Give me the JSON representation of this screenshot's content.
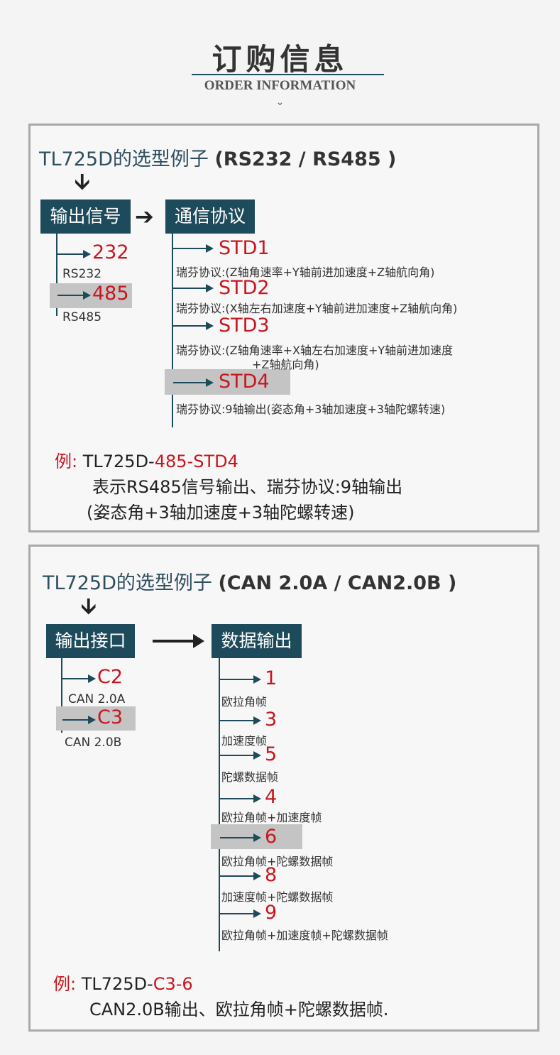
{
  "header": {
    "title_cn": "订购信息",
    "title_en": "ORDER INFORMATION",
    "chevron": "⌄"
  },
  "panel1": {
    "title": "TL725D的选型例子",
    "title_paren": "(RS232 / RS485 )",
    "box_left": "输出信号",
    "box_right": "通信协议",
    "signals": [
      {
        "code": "232",
        "label": "RS232"
      },
      {
        "code": "485",
        "label": "RS485"
      }
    ],
    "protocols": [
      {
        "code": "STD1",
        "desc": "瑞芬协议:(Z轴角速率+Y轴前进加速度+Z轴航向角)"
      },
      {
        "code": "STD2",
        "desc": "瑞芬协议:(X轴左右加速度+Y轴前进加速度+Z轴航向角)"
      },
      {
        "code": "STD3",
        "desc": "瑞芬协议:(Z轴角速率+X轴左右加速度+Y轴前进加速度",
        "desc2": "+Z轴航向角)"
      },
      {
        "code": "STD4",
        "desc": "瑞芬协议:9轴输出(姿态角+3轴加速度+3轴陀螺转速)"
      }
    ],
    "example": {
      "prefix": "例:",
      "model_a": "TL725D-",
      "model_b": "485-STD4",
      "line2": "表示RS485信号输出、瑞芬协议:9轴输出",
      "line3": "(姿态角+3轴加速度+3轴陀螺转速)"
    }
  },
  "panel2": {
    "title": "TL725D的选型例子",
    "title_paren": "(CAN 2.0A / CAN2.0B )",
    "box_left": "输出接口",
    "box_right": "数据输出",
    "interfaces": [
      {
        "code": "C2",
        "label": "CAN 2.0A"
      },
      {
        "code": "C3",
        "label": "CAN 2.0B"
      }
    ],
    "outputs": [
      {
        "code": "1",
        "desc": "欧拉角帧"
      },
      {
        "code": "3",
        "desc": "加速度帧"
      },
      {
        "code": "5",
        "desc": "陀螺数据帧"
      },
      {
        "code": "4",
        "desc": "欧拉角帧+加速度帧"
      },
      {
        "code": "6",
        "desc": "欧拉角帧+陀螺数据帧"
      },
      {
        "code": "8",
        "desc": "加速度帧+陀螺数据帧"
      },
      {
        "code": "9",
        "desc": "欧拉角帧+加速度帧+陀螺数据帧"
      }
    ],
    "example": {
      "prefix": "例:",
      "model_a": "TL725D-",
      "model_b": "C3-6",
      "line2": "CAN2.0B输出、欧拉角帧+陀螺数据帧."
    }
  }
}
